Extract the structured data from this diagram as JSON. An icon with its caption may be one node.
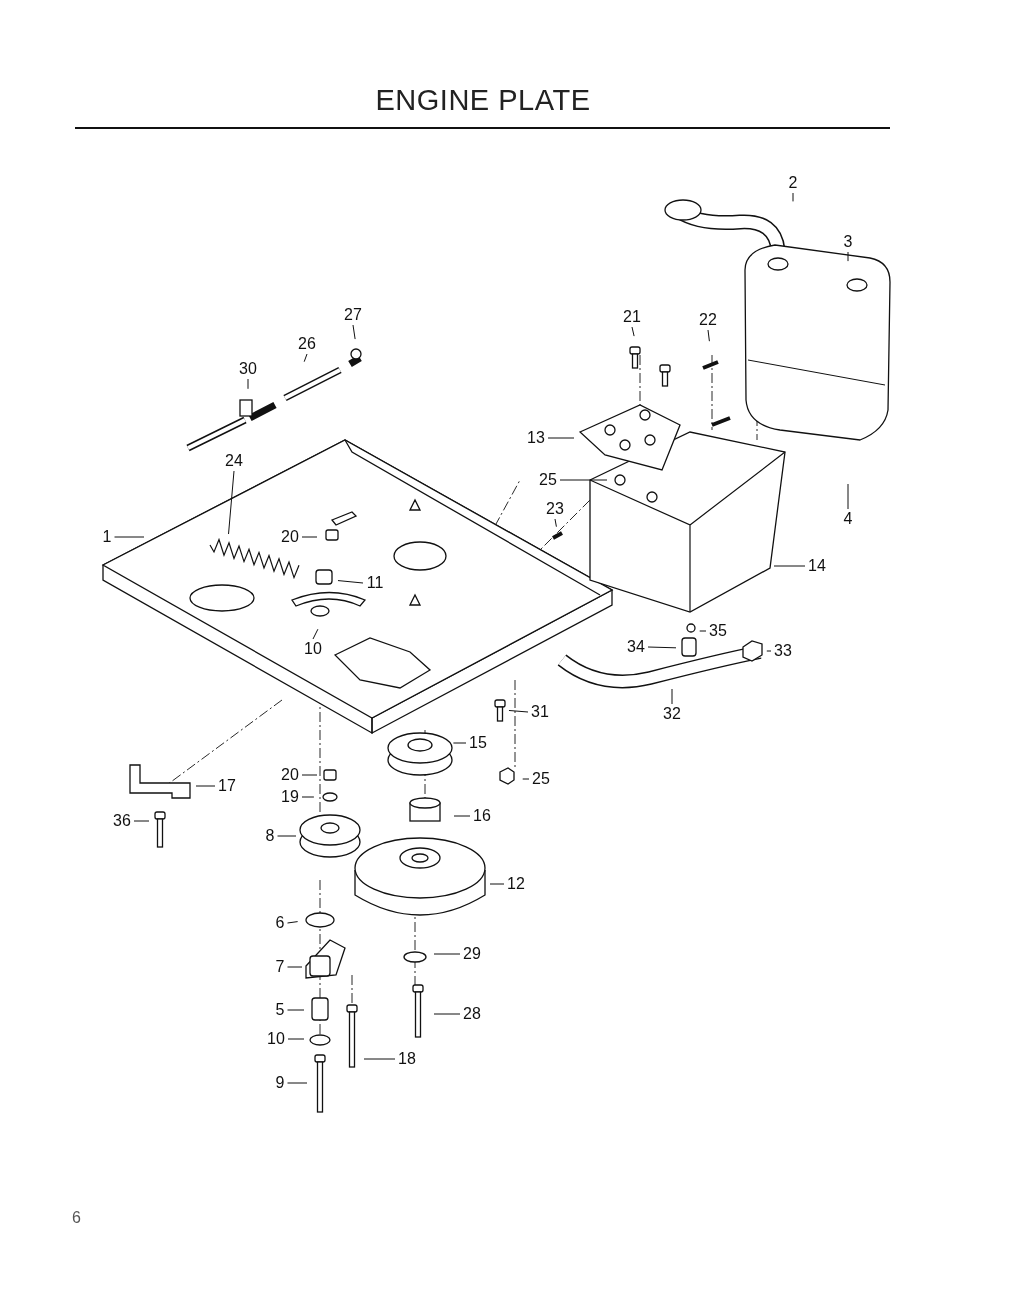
{
  "diagram": {
    "title": "ENGINE PLATE",
    "nodes": [
      {
        "text": [
          "2"
        ]
      },
      {
        "text": [
          "27"
        ]
      },
      {
        "text": [
          "3"
        ]
      },
      {
        "text": [
          "21"
        ]
      },
      {
        "text": [
          "22"
        ]
      },
      {
        "text": [
          "26"
        ]
      },
      {
        "text": [
          "30"
        ]
      },
      {
        "text": [
          "13"
        ]
      },
      {
        "text": [
          "24"
        ]
      },
      {
        "text": [
          "25"
        ]
      },
      {
        "text": [
          "4"
        ]
      },
      {
        "text": [
          "23"
        ]
      },
      {
        "text": [
          "1"
        ]
      },
      {
        "text": [
          "20"
        ]
      },
      {
        "text": [
          "14"
        ]
      },
      {
        "text": [
          "11"
        ]
      },
      {
        "text": [
          "35"
        ]
      },
      {
        "text": [
          "34"
        ]
      },
      {
        "text": [
          "10"
        ]
      },
      {
        "text": [
          "33"
        ]
      },
      {
        "text": [
          "31"
        ]
      },
      {
        "text": [
          "32"
        ]
      },
      {
        "text": [
          "15"
        ]
      },
      {
        "text": [
          "20"
        ]
      },
      {
        "text": [
          "25"
        ]
      },
      {
        "text": [
          "17"
        ]
      },
      {
        "text": [
          "19"
        ]
      },
      {
        "text": [
          "16"
        ]
      },
      {
        "text": [
          "36"
        ]
      },
      {
        "text": [
          "8"
        ]
      },
      {
        "text": [
          "12"
        ]
      },
      {
        "text": [
          "6"
        ]
      },
      {
        "text": [
          "29"
        ]
      },
      {
        "text": [
          "7"
        ]
      },
      {
        "text": [
          "5"
        ]
      },
      {
        "text": [
          "28"
        ]
      },
      {
        "text": [
          "10"
        ]
      },
      {
        "text": [
          "18"
        ]
      },
      {
        "text": [
          "9"
        ]
      }
    ],
    "edges": [
      {
        "from": 0,
        "to": null,
        "arrow": "none"
      },
      {
        "from": 1,
        "to": null,
        "arrow": "none"
      },
      {
        "from": 2,
        "to": null,
        "arrow": "none"
      },
      {
        "from": 3,
        "to": null,
        "arrow": "none"
      },
      {
        "from": 4,
        "to": null,
        "arrow": "none"
      },
      {
        "from": 5,
        "to": null,
        "arrow": "none"
      },
      {
        "from": 6,
        "to": null,
        "arrow": "none"
      },
      {
        "from": 7,
        "to": null,
        "arrow": "none"
      },
      {
        "from": 8,
        "to": null,
        "arrow": "none"
      },
      {
        "from": 9,
        "to": null,
        "arrow": "none"
      },
      {
        "from": 10,
        "to": null,
        "arrow": "none"
      },
      {
        "from": 11,
        "to": null,
        "arrow": "none"
      },
      {
        "from": 12,
        "to": null,
        "arrow": "none"
      },
      {
        "from": 13,
        "to": null,
        "arrow": "none"
      },
      {
        "from": 14,
        "to": null,
        "arrow": "none"
      },
      {
        "from": 15,
        "to": null,
        "arrow": "none"
      },
      {
        "from": 16,
        "to": null,
        "arrow": "none"
      },
      {
        "from": 17,
        "to": null,
        "arrow": "none"
      },
      {
        "from": 18,
        "to": null,
        "arrow": "none"
      },
      {
        "from": 19,
        "to": null,
        "arrow": "none"
      },
      {
        "from": 20,
        "to": null,
        "arrow": "none"
      },
      {
        "from": 21,
        "to": null,
        "arrow": "none"
      },
      {
        "from": 22,
        "to": null,
        "arrow": "none"
      },
      {
        "from": 23,
        "to": null,
        "arrow": "none"
      },
      {
        "from": 24,
        "to": null,
        "arrow": "none"
      },
      {
        "from": 25,
        "to": null,
        "arrow": "none"
      },
      {
        "from": 26,
        "to": null,
        "arrow": "none"
      },
      {
        "from": 27,
        "to": null,
        "arrow": "none"
      },
      {
        "from": 28,
        "to": null,
        "arrow": "none"
      },
      {
        "from": 29,
        "to": null,
        "arrow": "none"
      },
      {
        "from": 30,
        "to": null,
        "arrow": "none"
      },
      {
        "from": 31,
        "to": null,
        "arrow": "none"
      },
      {
        "from": 32,
        "to": null,
        "arrow": "none"
      },
      {
        "from": 33,
        "to": null,
        "arrow": "none"
      },
      {
        "from": 34,
        "to": null,
        "arrow": "none"
      },
      {
        "from": 35,
        "to": null,
        "arrow": "none"
      },
      {
        "from": 36,
        "to": null,
        "arrow": "none"
      },
      {
        "from": 37,
        "to": null,
        "arrow": "none"
      },
      {
        "from": 38,
        "to": null,
        "arrow": "none"
      }
    ],
    "labels": [
      "6"
    ]
  }
}
